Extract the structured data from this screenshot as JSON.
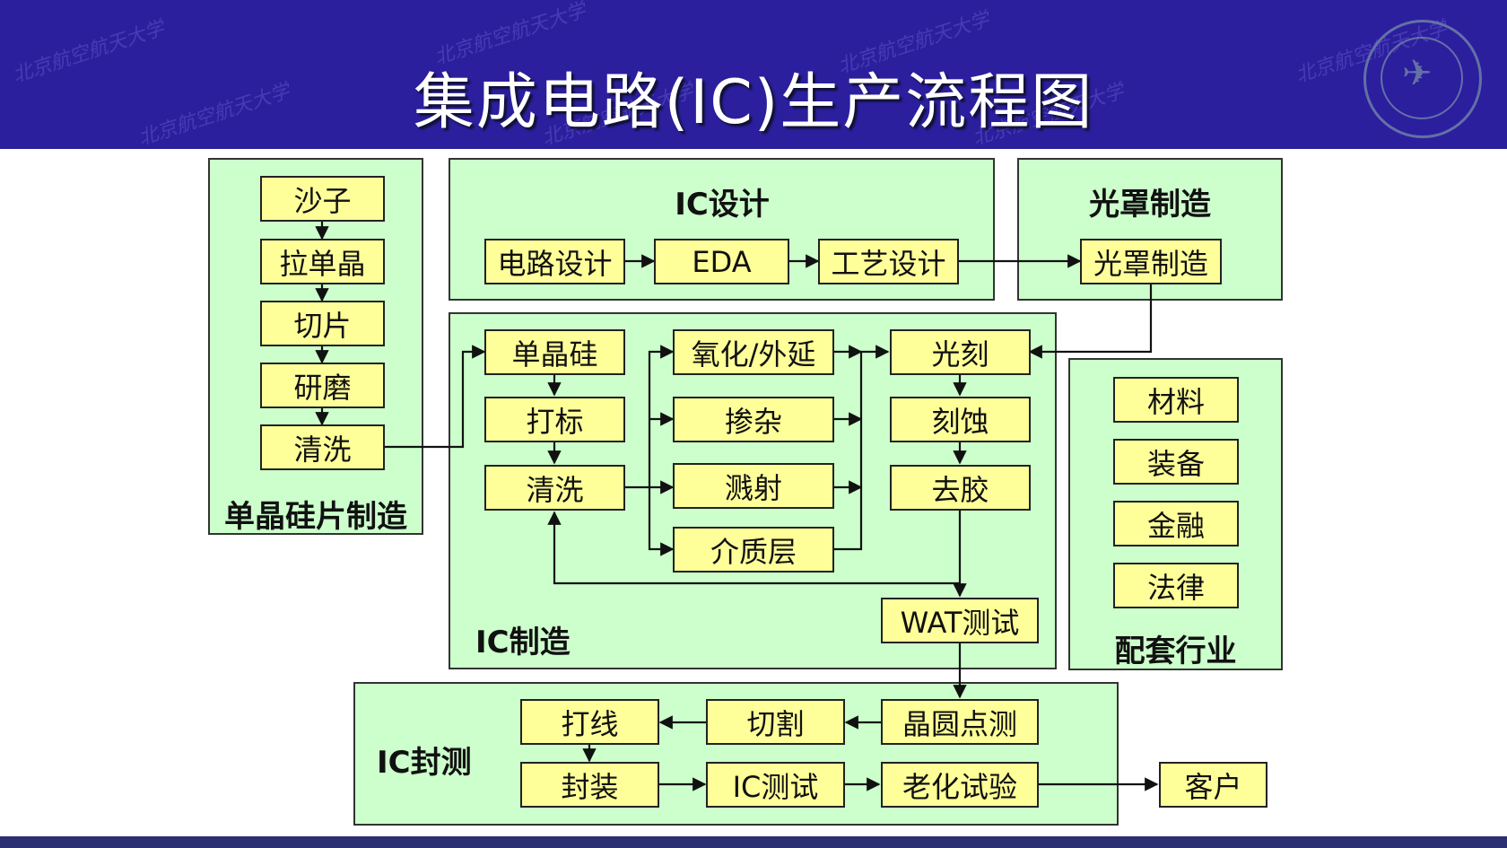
{
  "title": "集成电路(IC)生产流程图",
  "watermark": "北京航空航天大学",
  "groups": {
    "wafer": "单晶硅片制造",
    "design": "IC设计",
    "mask": "光罩制造",
    "fab": "IC制造",
    "support": "配套行业",
    "package": "IC封测"
  },
  "nodes": {
    "sand": "沙子",
    "pull_crystal": "拉单晶",
    "slicing": "切片",
    "grinding": "研磨",
    "wafer_clean": "清洗",
    "circuit_design": "电路设计",
    "eda": "EDA",
    "process_design": "工艺设计",
    "mask_make": "光罩制造",
    "mono_si": "单晶硅",
    "marking": "打标",
    "fab_clean": "清洗",
    "oxidation": "氧化/外延",
    "doping": "掺杂",
    "sputtering": "溅射",
    "dielectric": "介质层",
    "lithography": "光刻",
    "etching": "刻蚀",
    "strip": "去胶",
    "wat": "WAT测试",
    "materials": "材料",
    "equipment": "装备",
    "finance": "金融",
    "law": "法律",
    "wafer_probe": "晶圆点测",
    "dicing": "切割",
    "wire_bond": "打线",
    "encapsulation": "封装",
    "ic_test": "IC测试",
    "burn_in": "老化试验",
    "customer": "客户"
  },
  "colors": {
    "header": "#2b1f9e",
    "group_fill": "#ccffcc",
    "node_fill": "#ffff99",
    "line": "#111111"
  }
}
